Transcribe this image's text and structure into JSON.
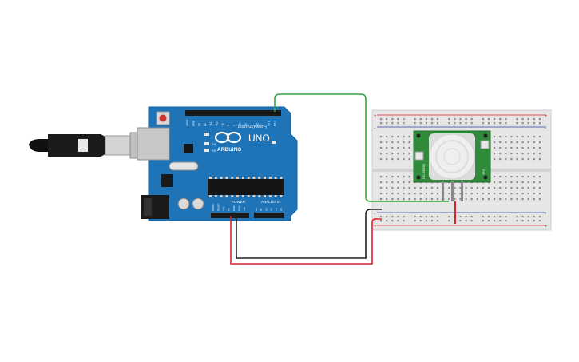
{
  "board": {
    "logo_text": "ARDUINO",
    "model_text": "UNO",
    "digital_header_label": "DIGITAL (PWM ~)",
    "power_label": "POWER",
    "analog_label": "ANALOG IN",
    "tx_label": "TX",
    "rx_label": "RX",
    "power_pin_labels": [
      "IOREF",
      "RESET",
      "3V3",
      "5V",
      "GND",
      "GND",
      "VIN"
    ],
    "analog_pin_labels": [
      "A0",
      "A1",
      "A2",
      "A3",
      "A4",
      "A5"
    ],
    "digital_pin_labels": [
      "AREF",
      "GND",
      "13",
      "12",
      "~11",
      "~10",
      "~9",
      "8",
      "7",
      "~6",
      "~5",
      "4",
      "~3",
      "2",
      "TX 1",
      "RX 0"
    ]
  },
  "breadboard": {
    "top_rail_signs": [
      "+",
      "-"
    ],
    "bottom_rail_signs": [
      "-",
      "+"
    ]
  },
  "sensor": {
    "left_label": "HC-SR501",
    "right_label": "PIR"
  },
  "wires": {
    "signal_color": "#2eaa3f",
    "power_color": "#d7262a",
    "ground_color": "#222222"
  },
  "colors": {
    "board": "#1f74b8",
    "sensor_pcb": "#2f8a3a",
    "breadboard": "#e6e6e6"
  }
}
